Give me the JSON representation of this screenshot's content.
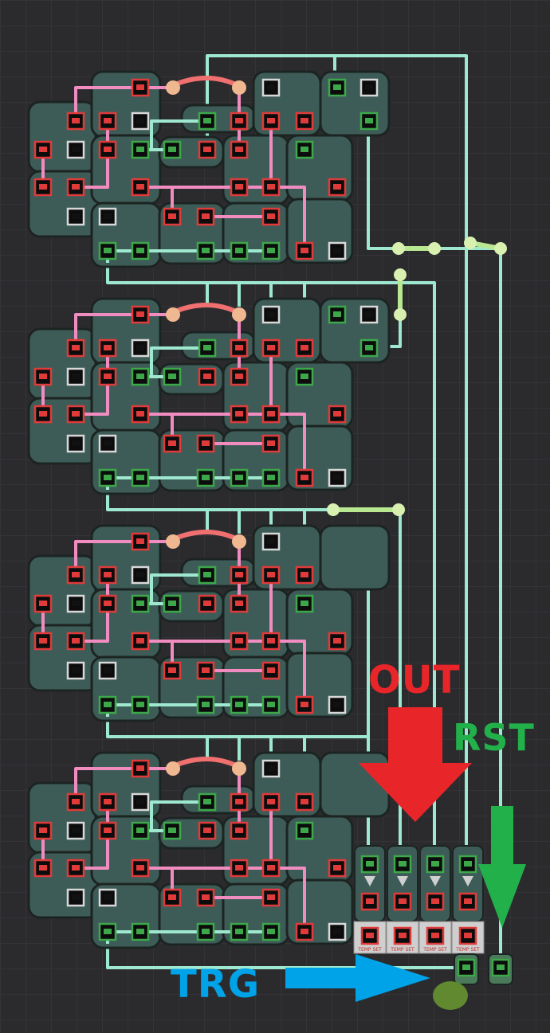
{
  "labels": {
    "out": "OUT",
    "rst": "RST",
    "trg": "TRG"
  },
  "colors": {
    "out": "#e8262a",
    "rst": "#22b04b",
    "trg": "#00a2e8",
    "wire_red": "#f08cc0",
    "wire_green": "#9ee8d0",
    "gate_tile": "#3e5c57",
    "port_red": "#e03a3a",
    "port_green": "#3ca84a"
  },
  "circuit": {
    "block_count": 4,
    "sensor_count": 4,
    "sensor_text": "TEMP SET"
  }
}
